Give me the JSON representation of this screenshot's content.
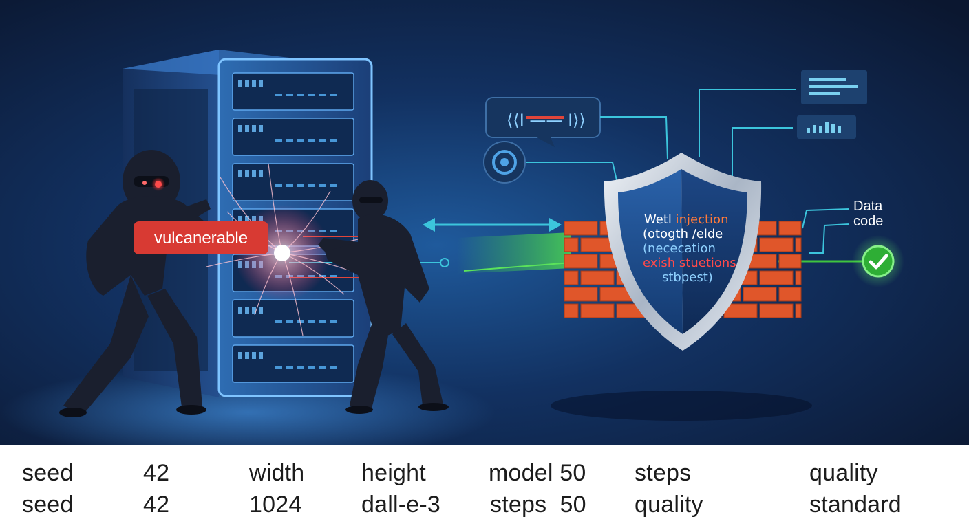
{
  "illustration": {
    "vulnerable_label": "vulcanerable",
    "code_bubble_text": "⟨⟨I —— I⟩⟩",
    "shield_text": {
      "line1_prefix": "Wetl",
      "line1_suffix": " injection",
      "line2": "(otogth /elde",
      "line3": "(nececation",
      "line4": "exish stuetions",
      "line5": "stbpest)"
    },
    "callout_label": {
      "line1": "Data",
      "line2": "code"
    },
    "colors": {
      "background_dark": "#0b1730",
      "background_glow": "#1f5a9c",
      "alert_red": "#d83a33",
      "brick_orange": "#e0562a",
      "shield_blue": "#1e4f91",
      "accent_cyan": "#3cc5dc",
      "success_green": "#3fc43f"
    },
    "icons": [
      "server-rack-icon",
      "hacker-figure-icon",
      "shield-icon",
      "brick-firewall-icon",
      "check-circle-icon",
      "code-bubble-icon",
      "target-icon",
      "document-lines-icon",
      "bar-chart-icon"
    ]
  },
  "footer": {
    "row1": [
      "seed",
      "42",
      "width",
      "height",
      "model 50",
      "steps",
      "quality"
    ],
    "row2": [
      "seed",
      "42",
      "1024",
      "dall-e-3",
      "steps  50",
      "quality",
      "standard"
    ]
  }
}
